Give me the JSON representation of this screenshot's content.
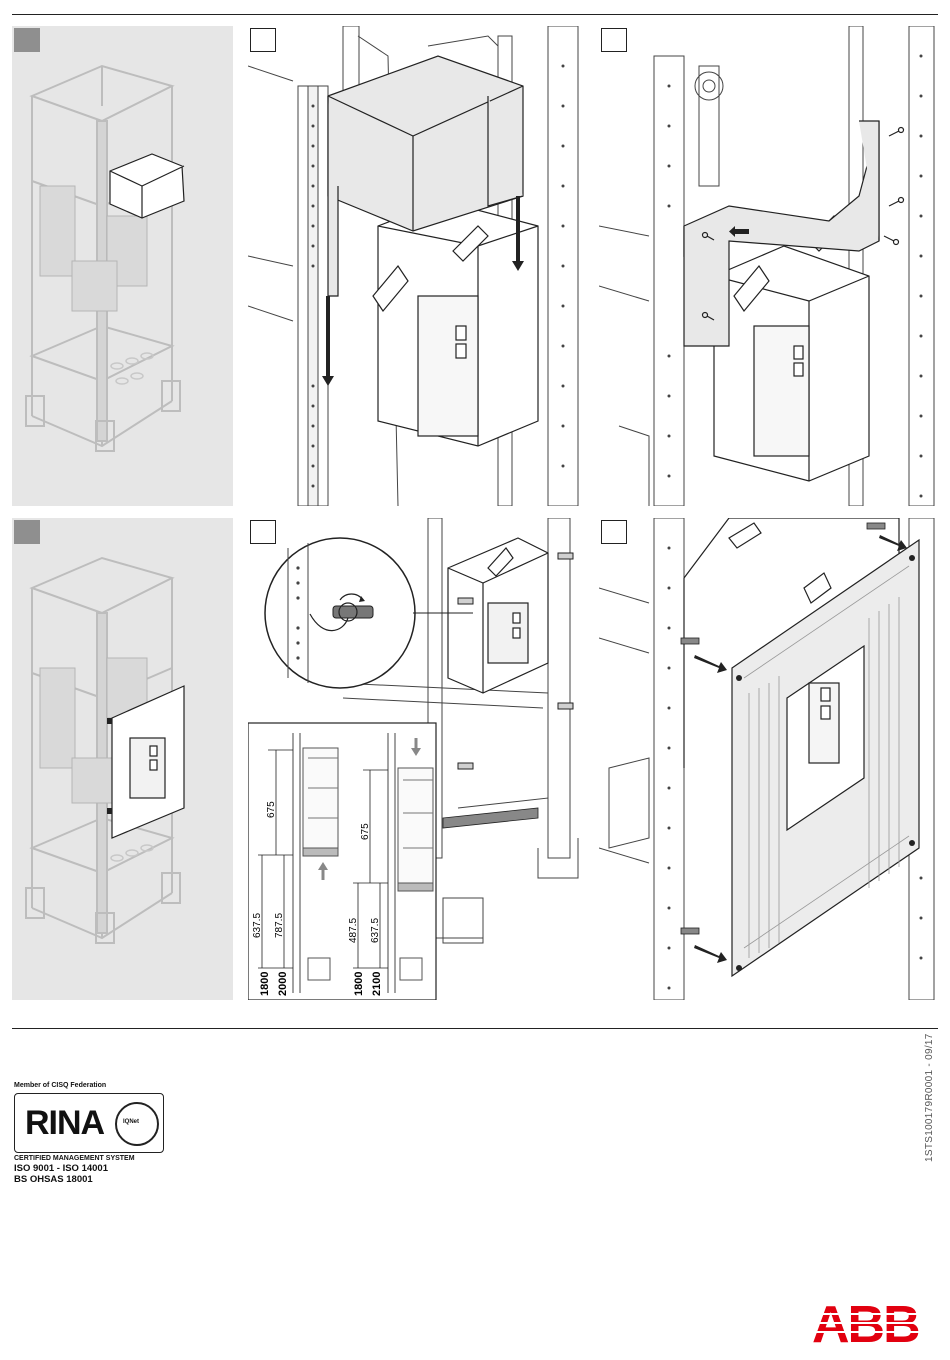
{
  "dimensions": {
    "a_top": "675",
    "a_mid1": "637.5",
    "a_mid2": "787.5",
    "a_h1": "1800",
    "a_h2": "2000",
    "b_top": "675",
    "b_mid1": "487.5",
    "b_mid2": "637.5",
    "b_h1": "1800",
    "b_h2": "2100"
  },
  "certification": {
    "member": "Member of CISQ Federation",
    "logo_text": "RINA",
    "ring_text": "IQNet",
    "system": "CERTIFIED MANAGEMENT SYSTEM",
    "iso": "ISO 9001 - ISO 14001",
    "ohsas": "BS OHSAS 18001"
  },
  "document_code": "1STS100179R0001 - 09/17",
  "brand": {
    "name": "ABB",
    "color": "#e2000f"
  }
}
